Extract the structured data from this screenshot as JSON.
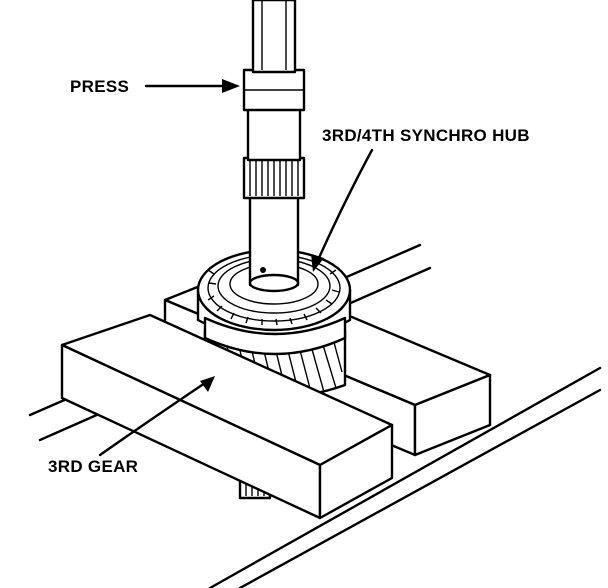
{
  "labels": {
    "press": "PRESS",
    "synchro_hub": "3RD/4TH SYNCHRO HUB",
    "third_gear": "3RD GEAR"
  },
  "colors": {
    "ink": "#000000",
    "paper": "#ffffff"
  }
}
